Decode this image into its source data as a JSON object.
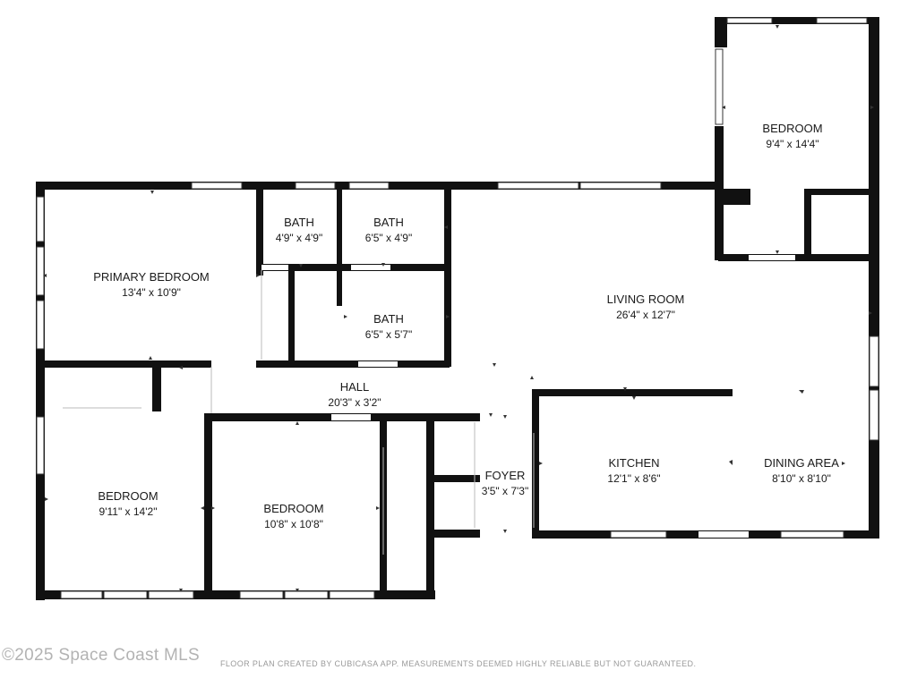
{
  "rooms": {
    "bedroom_ne": {
      "name": "BEDROOM",
      "dims": "9'4\" x 14'4\""
    },
    "primary_bedroom": {
      "name": "PRIMARY BEDROOM",
      "dims": "13'4\" x 10'9\""
    },
    "bath_1": {
      "name": "BATH",
      "dims": "4'9\" x 4'9\""
    },
    "bath_2": {
      "name": "BATH",
      "dims": "6'5\" x 4'9\""
    },
    "bath_3": {
      "name": "BATH",
      "dims": "6'5\" x 5'7\""
    },
    "living_room": {
      "name": "LIVING ROOM",
      "dims": "26'4\" x 12'7\""
    },
    "hall": {
      "name": "HALL",
      "dims": "20'3\" x 3'2\""
    },
    "bedroom_sw": {
      "name": "BEDROOM",
      "dims": "9'11\" x 14'2\""
    },
    "bedroom_mid": {
      "name": "BEDROOM",
      "dims": "10'8\" x 10'8\""
    },
    "foyer": {
      "name": "FOYER",
      "dims": "3'5\" x 7'3\""
    },
    "kitchen": {
      "name": "KITCHEN",
      "dims": "12'1\" x 8'6\""
    },
    "dining_area": {
      "name": "DINING AREA",
      "dims": "8'10\" x 8'10\""
    }
  },
  "footer": {
    "copyright": "©2025 Space Coast MLS",
    "disclaimer": "FLOOR PLAN CREATED BY CUBICASA APP. MEASUREMENTS DEEMED HIGHLY RELIABLE BUT NOT GUARANTEED."
  }
}
